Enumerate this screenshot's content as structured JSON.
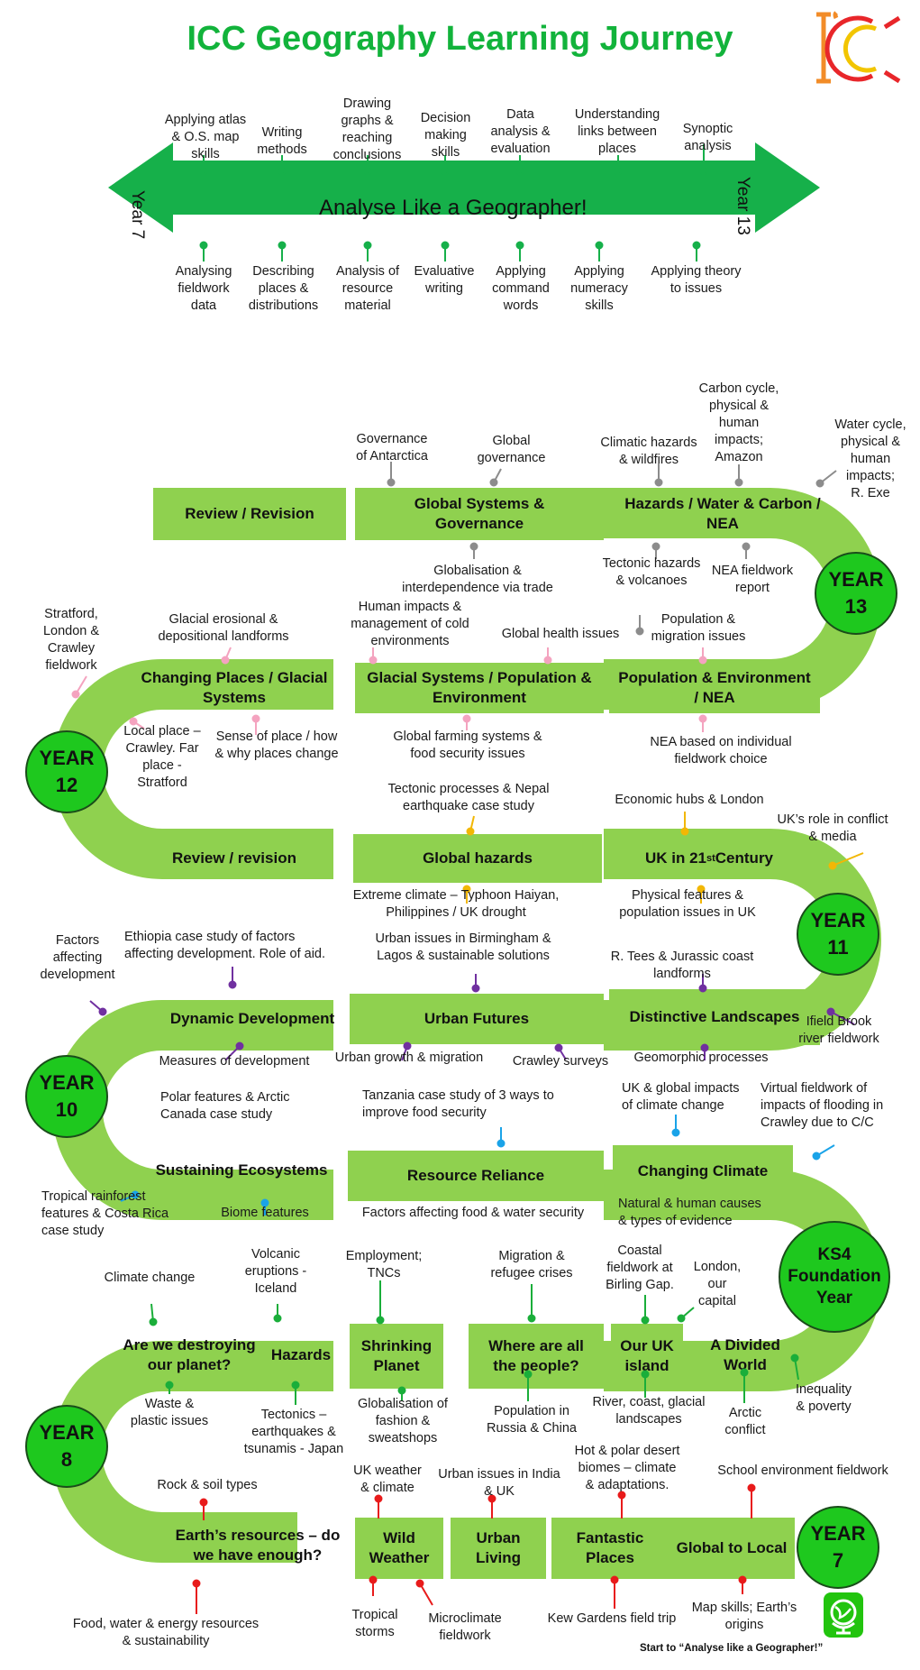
{
  "title": "ICC Geography Learning Journey",
  "logo_text": "ICC",
  "arrow": {
    "label": "Analyse Like a Geographer!",
    "left_label": "Year 7",
    "right_label": "Year 13",
    "skills_top": [
      "Applying atlas\n& O.S. map\nskills",
      "Writing\nmethods",
      "Drawing\ngraphs &\nreaching\nconclusions",
      "Decision\nmaking\nskills",
      "Data\nanalysis &\nevaluation",
      "Understanding\nlinks between\nplaces",
      "Synoptic\nanalysis"
    ],
    "skills_bottom": [
      "Analysing\nfieldwork\ndata",
      "Describing\nplaces &\ndistributions",
      "Analysis of\nresource\nmaterial",
      "Evaluative\nwriting",
      "Applying\ncommand\nwords",
      "Applying\nnumeracy\nskills",
      "Applying theory\nto issues"
    ]
  },
  "years": {
    "y13": "YEAR\n13",
    "y12": "YEAR\n12",
    "y11": "YEAR\n11",
    "y10": "YEAR\n10",
    "ks4": "KS4\nFoundation\nYear",
    "y8": "YEAR\n8",
    "y7": "YEAR\n7"
  },
  "units": {
    "y13_review": "Review / Revision",
    "y13_global": "Global Systems &\nGovernance",
    "y13_hazards": "Hazards / Water & Carbon /\nNEA",
    "y12_changing": "Changing Places  / Glacial\nSystems",
    "y12_glacial": "Glacial Systems / Population &\nEnvironment",
    "y12_population": "Population & Environment\n/ NEA",
    "y11_review": "Review / revision",
    "y11_hazards": "Global  hazards",
    "y11_uk": "UK in 21",
    "y11_uk_sup": "st",
    "y11_uk_end": " Century",
    "y10_dynamic": "Dynamic  Development",
    "y10_urban": "Urban  Futures",
    "y10_distinctive": "Distinctive  Landscapes",
    "ks4_sustaining": "Sustaining  Ecosystems",
    "ks4_resource": "Resource Reliance",
    "ks4_climate": "Changing  Climate",
    "y8_destroying": "Are we destroying\nour planet?",
    "y8_hazards": "Hazards",
    "y8_shrinking": "Shrinking\nPlanet",
    "y8_where": "Where are all\nthe people?",
    "y8_ukisland": "Our UK\nisland",
    "y8_divided": "A Divided\nWorld",
    "y7_resources": "Earth’s resources – do\nwe have enough?",
    "y7_wild": "Wild\nWeather",
    "y7_urban": "Urban\nLiving",
    "y7_fantastic": "Fantastic\nPlaces",
    "y7_global": "Global to Local"
  },
  "notes": {
    "y13": [
      "Governance\nof Antarctica",
      "Global\ngovernance",
      "Climatic hazards\n& wildfires",
      "Carbon cycle,\nphysical &\nhuman\nimpacts;\nAmazon",
      "Water cycle,\nphysical &\nhuman\nimpacts;\nR. Exe",
      "Globalisation &\ninterdependence via trade",
      "Tectonic hazards\n& volcanoes",
      "NEA fieldwork\nreport"
    ],
    "y12": [
      "Stratford,\nLondon &\nCrawley\nfieldwork",
      "Glacial erosional &\ndepositional landforms",
      "Human impacts &\nmanagement of cold\nenvironments",
      "Global health issues",
      "Population &\nmigration issues",
      "Local place –\nCrawley. Far\nplace -\nStratford",
      "Sense of place / how\n& why places change",
      "Global farming systems &\nfood security issues",
      "NEA based on individual\nfieldwork choice"
    ],
    "y11": [
      "Tectonic processes & Nepal\nearthquake  case study",
      "Economic hubs & London",
      "UK’s role in conflict\n& media",
      "Extreme climate – Typhoon  Haiyan,\nPhilippines / UK drought",
      "Physical features &\npopulation issues in UK"
    ],
    "y10": [
      "Factors\naffecting\ndevelopment",
      "Ethiopia case study of factors\naffecting development.  Role of aid.",
      "Urban issues in Birmingham &\nLagos & sustainable solutions",
      "R. Tees & Jurassic coast landforms",
      "Ifield Brook\nriver fieldwork",
      "Measures of development",
      "Urban growth & migration",
      "Crawley surveys",
      "Geomorphic  processes"
    ],
    "ks4": [
      "Polar features & Arctic\nCanada case study",
      "Tanzania case study of 3 ways to\nimprove food security",
      "UK & global impacts\nof climate change",
      "Virtual fieldwork of\nimpacts of flooding in\nCrawley due to C/C",
      "Tropical rainforest\nfeatures & Costa Rica\ncase study",
      "Biome features",
      "Factors affecting food & water  security",
      "Natural & human causes\n& types of evidence"
    ],
    "y8": [
      "Climate change",
      "Volcanic\neruptions -\nIceland",
      "Employment;\nTNCs",
      "Migration &\nrefugee crises",
      "Coastal\nfieldwork at\nBirling Gap.",
      "London,\nour\ncapital",
      "Waste &\nplastic issues",
      "Tectonics –\nearthquakes &\ntsunamis - Japan",
      "Globalisation of\nfashion &\nsweatshops",
      "Population in\nRussia & China",
      "River, coast, glacial\nlandscapes",
      "Arctic\nconflict",
      "Inequality\n& poverty"
    ],
    "y7": [
      "Rock & soil types",
      "UK weather\n& climate",
      "Urban issues in India\n& UK",
      "Hot & polar desert\nbiomes – climate\n& adaptations.",
      "School environment  fieldwork",
      "Food, water & energy resources\n& sustainability",
      "Tropical\nstorms",
      "Microclimate\nfieldwork",
      "Kew Gardens field trip",
      "Map skills; Earth’s\norigins"
    ]
  },
  "start_label": "Start to “Analyse like a Geographer!”",
  "colors": {
    "title": "#12b33b",
    "arrow": "#16b04a",
    "road": "#8fd14f",
    "year_circle": "#1ec81e",
    "y13_pins": "#8c8c8c",
    "y12_pins": "#f4a3bf",
    "y11_pins": "#f2b705",
    "y10_pins": "#7030a0",
    "ks4_pins": "#1aa3e8",
    "y8_pins": "#1aae3a",
    "y7_pins": "#e81b1b",
    "logo_orange": "#f28c28",
    "logo_red": "#e8262a",
    "logo_yellow": "#f2c500"
  },
  "icon": "globe-icon"
}
